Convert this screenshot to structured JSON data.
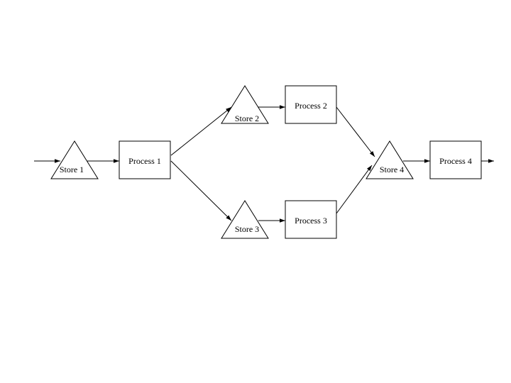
{
  "diagram": {
    "nodes": [
      {
        "id": "store1",
        "kind": "store",
        "label": "Store 1"
      },
      {
        "id": "process1",
        "kind": "process",
        "label": "Process 1"
      },
      {
        "id": "store2",
        "kind": "store",
        "label": "Store 2"
      },
      {
        "id": "process2",
        "kind": "process",
        "label": "Process 2"
      },
      {
        "id": "store3",
        "kind": "store",
        "label": "Store 3"
      },
      {
        "id": "process3",
        "kind": "process",
        "label": "Process 3"
      },
      {
        "id": "store4",
        "kind": "store",
        "label": "Store 4"
      },
      {
        "id": "process4",
        "kind": "process",
        "label": "Process 4"
      }
    ],
    "edges": [
      {
        "from": "",
        "to": "store1"
      },
      {
        "from": "store1",
        "to": "process1"
      },
      {
        "from": "process1",
        "to": "store2"
      },
      {
        "from": "process1",
        "to": "store3"
      },
      {
        "from": "store2",
        "to": "process2"
      },
      {
        "from": "store3",
        "to": "process3"
      },
      {
        "from": "process2",
        "to": "store4"
      },
      {
        "from": "process3",
        "to": "store4"
      },
      {
        "from": "store4",
        "to": "process4"
      },
      {
        "from": "process4",
        "to": ""
      }
    ]
  }
}
